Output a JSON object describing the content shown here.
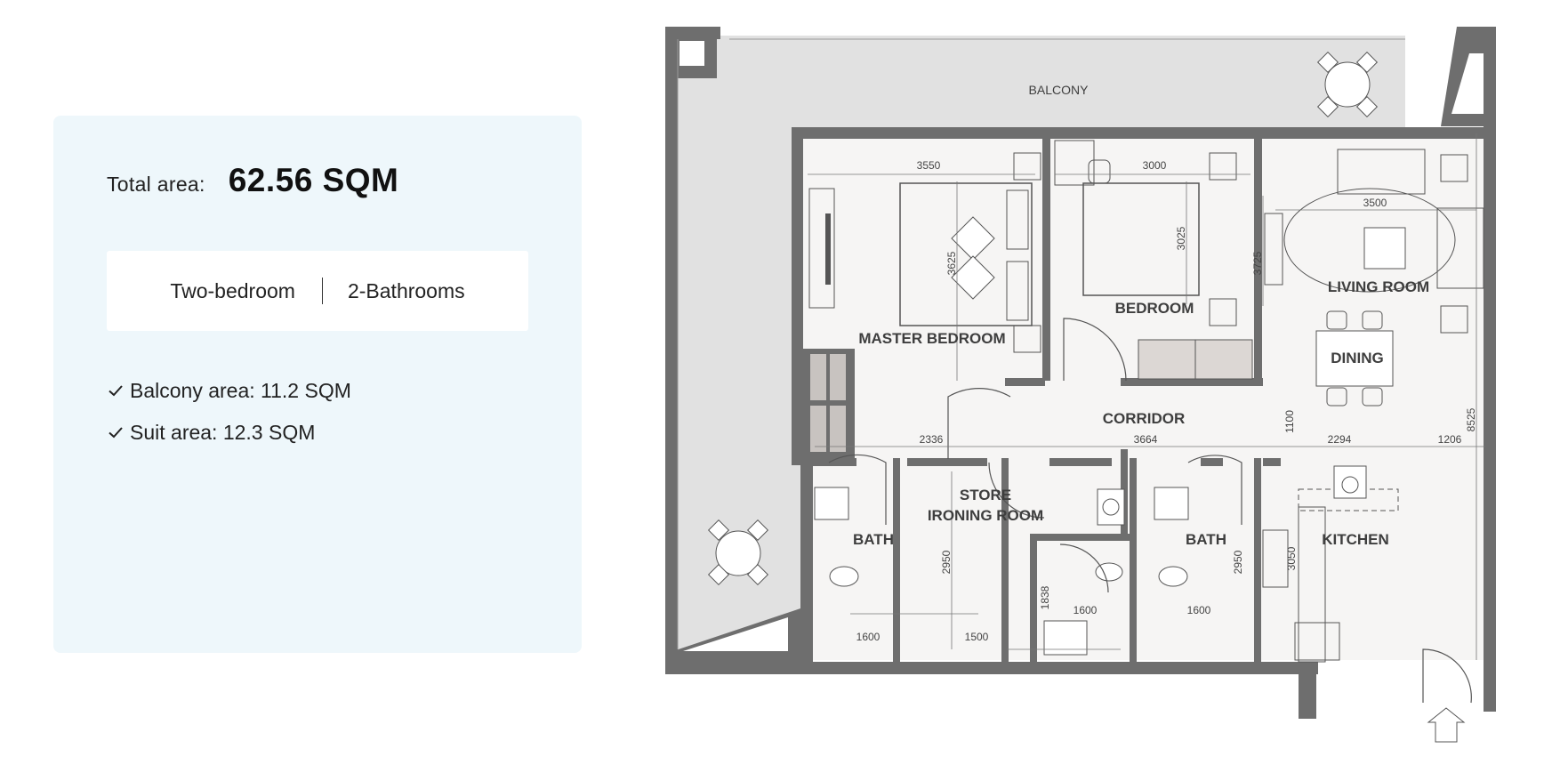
{
  "summary": {
    "total_label": "Total area:",
    "total_value": "62.56 SQM",
    "bedrooms": "Two-bedroom",
    "bathrooms": "2-Bathrooms",
    "features": [
      {
        "text": "Balcony area: 11.2 SQM",
        "icon": "check-icon"
      },
      {
        "text": "Suit area: 12.3 SQM",
        "icon": "check-icon"
      }
    ]
  },
  "floorplan": {
    "rooms": {
      "balcony": "BALCONY",
      "master_bedroom": "MASTER BEDROOM",
      "bedroom": "BEDROOM",
      "living_room": "LIVING ROOM",
      "dining": "DINING",
      "corridor": "CORRIDOR",
      "store_line1": "STORE",
      "store_line2": "IRONING ROOM",
      "bath_left": "BATH",
      "bath_right": "BATH",
      "kitchen": "KITCHEN"
    },
    "dimensions": {
      "master_width": "3550",
      "master_depth": "3625",
      "bedroom_width": "3000",
      "bedroom_depth": "3025",
      "living_width": "3500",
      "living_depth": "3725",
      "corridor_left": "2336",
      "corridor_mid": "3664",
      "corridor_depth": "1100",
      "corridor_right1": "2294",
      "corridor_right2": "1206",
      "overall_depth": "8525",
      "bath_left_width": "1600",
      "bath_left_depth": "2950",
      "store_width": "1500",
      "store_depth": "2950",
      "wc_depth": "1838",
      "wc_width": "1600",
      "bath_right_width": "1600",
      "bath_right_depth": "2950",
      "kitchen_depth": "3050"
    }
  }
}
